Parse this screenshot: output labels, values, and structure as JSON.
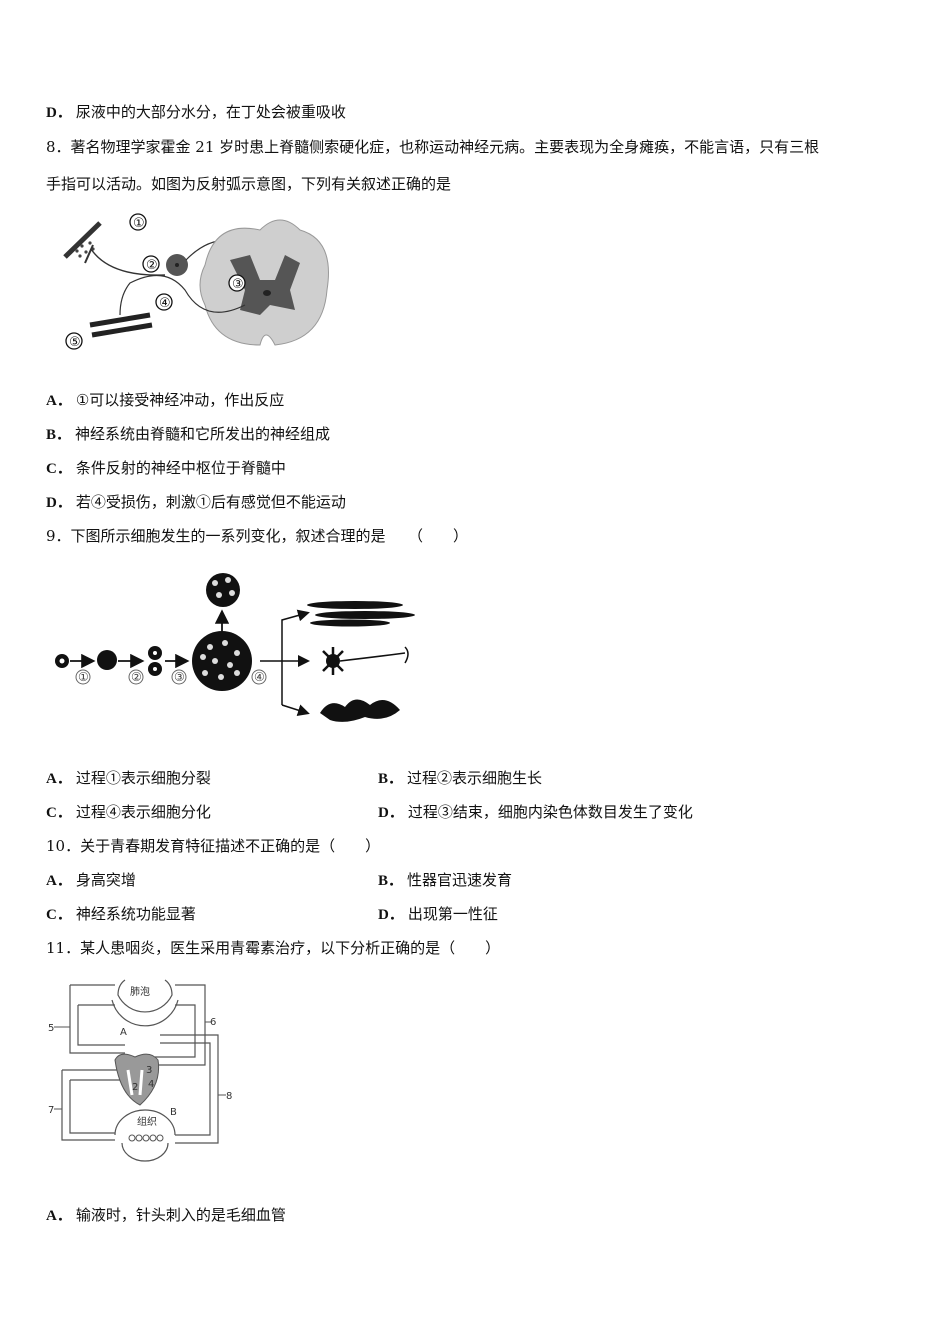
{
  "q7": {
    "option_d": {
      "label": "D．",
      "text": "尿液中的大部分水分，在丁处会被重吸收"
    }
  },
  "q8": {
    "stem_line1": "8．著名物理学家霍金 21 岁时患上脊髓侧索硬化症，也称运动神经元病。主要表现为全身瘫痪，不能言语，只有三根",
    "stem_line2": "手指可以活动。如图为反射弧示意图，下列有关叙述正确的是",
    "figure_labels": [
      "①",
      "②",
      "③",
      "④",
      "⑤"
    ],
    "options": [
      {
        "label": "A．",
        "text": "①可以接受神经冲动，作出反应"
      },
      {
        "label": "B．",
        "text": "神经系统由脊髓和它所发出的神经组成"
      },
      {
        "label": "C．",
        "text": "条件反射的神经中枢位于脊髓中"
      },
      {
        "label": "D．",
        "text": "若④受损伤，刺激①后有感觉但不能运动"
      }
    ]
  },
  "q9": {
    "stem": "9．下图所示细胞发生的一系列变化，叙述合理的是　　（　　）",
    "figure_labels": [
      "①",
      "②",
      "③",
      "④"
    ],
    "options": [
      {
        "label": "A．",
        "text": "过程①表示细胞分裂"
      },
      {
        "label": "B．",
        "text": "过程②表示细胞生长"
      },
      {
        "label": "C．",
        "text": "过程④表示细胞分化"
      },
      {
        "label": "D．",
        "text": "过程③结束，细胞内染色体数目发生了变化"
      }
    ]
  },
  "q10": {
    "stem": "10．关于青春期发育特征描述不正确的是（　　）",
    "options": [
      {
        "label": "A．",
        "text": "身高突增"
      },
      {
        "label": "B．",
        "text": "性器官迅速发育"
      },
      {
        "label": "C．",
        "text": "神经系统功能显著"
      },
      {
        "label": "D．",
        "text": "出现第一性征"
      }
    ]
  },
  "q11": {
    "stem": "11．某人患咽炎，医生采用青霉素治疗，以下分析正确的是（　　）",
    "figure_labels": {
      "alveolus": "肺泡",
      "tissue": "组织",
      "A": "A",
      "B": "B",
      "n2": "2",
      "n3": "3",
      "n4": "4",
      "n5": "5",
      "n6": "6",
      "n7": "7",
      "n8": "8"
    },
    "options": [
      {
        "label": "A．",
        "text": "输液时，针头刺入的是毛细血管"
      }
    ]
  }
}
